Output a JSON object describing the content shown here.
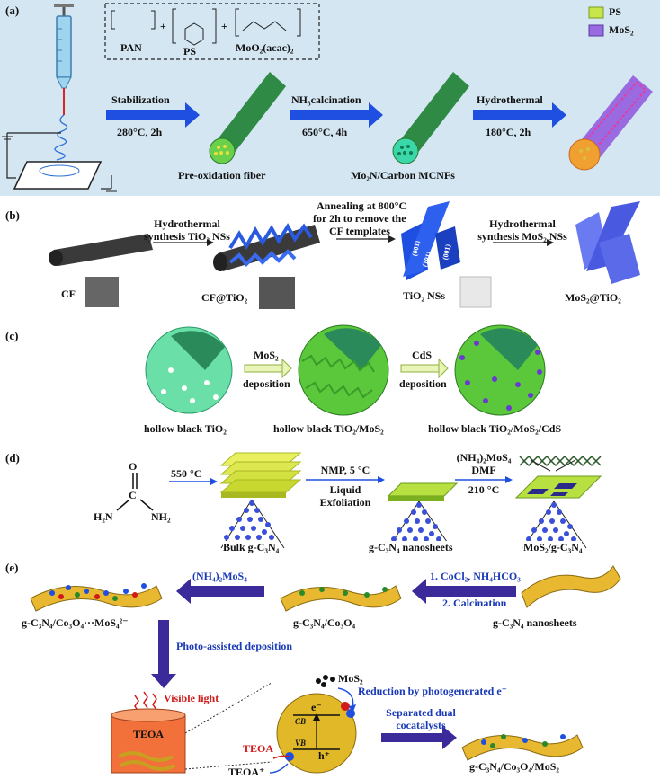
{
  "panel_a": {
    "label": "(a)",
    "precursors": [
      "PAN",
      "PS",
      "MoO₂(acac)₂"
    ],
    "plus": "+",
    "legend": [
      {
        "name": "PS",
        "color": "#c8e64a"
      },
      {
        "name": "MoS₂",
        "color": "#9a6ae0"
      }
    ],
    "steps": [
      {
        "label": "Stabilization",
        "cond": "280°C, 2h"
      },
      {
        "label": "NH₃calcination",
        "cond": "650°C, 4h"
      },
      {
        "label": "Hydrothermal",
        "cond": "180°C, 2h"
      }
    ],
    "fiber1": "Pre-oxidation fiber",
    "fiber2": "Mo₂N/Carbon MCNFs",
    "bg_color": "#d3e6f2"
  },
  "panel_b": {
    "label": "(b)",
    "step1": [
      "Hydrothermal",
      "synthesis TiO₂ NSs"
    ],
    "step2": [
      "Annealing at 800°C",
      "for 2h to remove the",
      "CF templates"
    ],
    "step3": [
      "Hydrothermal",
      "synthesis MoS₂ NSs"
    ],
    "facets": [
      "(001)",
      "(101)",
      "(001)"
    ],
    "items": [
      "CF",
      "CF@TiO₂",
      "TiO₂ NSs",
      "MoS₂@TiO₂"
    ]
  },
  "panel_c": {
    "label": "(c)",
    "arrow1": [
      "MoS₂",
      "deposition"
    ],
    "arrow2": [
      "CdS",
      "deposition"
    ],
    "items": [
      "hollow black TiO₂",
      "hollow black TiO₂/MoS₂",
      "hollow black TiO₂/MoS₂/CdS"
    ]
  },
  "panel_d": {
    "label": "(d)",
    "urea": {
      "O": "O",
      "C": "C",
      "left": "H₂N",
      "right": "NH₂"
    },
    "step1": "550 °C",
    "step2": [
      "NMP, 5 °C",
      "Liquid",
      "Exfoliation"
    ],
    "step3": [
      "(NH₄)₂MoS₄",
      "DMF",
      "210 °C"
    ],
    "items": [
      "Bulk g-C₃N₄",
      "g-C₃N₄ nanosheets",
      "MoS₂/g-C₃N₄"
    ]
  },
  "panel_e": {
    "label": "(e)",
    "step1": [
      "1. CoCl₂, NH₄HCO₃",
      "2. Calcination"
    ],
    "step2": "(NH₄)₂MoS₄",
    "items": [
      "g-C₃N₄/Co₃O₄···MoS₄²⁻",
      "g-C₃N₄/Co₃O₄",
      "g-C₃N₄ nanosheets"
    ],
    "photo": "Photo-assisted deposition",
    "visible": "Visible light",
    "teoa": "TEOA",
    "mos2": "MoS₂",
    "electron": "e⁻",
    "hole": "h⁺",
    "cb": "CB",
    "vb": "VB",
    "reduction": "Reduction by photogenerated e⁻",
    "teoa_in": "TEOA",
    "teoa_out": "TEOA⁺",
    "separated": [
      "Separated dual",
      "cocatalysts"
    ],
    "final": "g-C₃N₄/Co₃O₄/MoS₂"
  }
}
